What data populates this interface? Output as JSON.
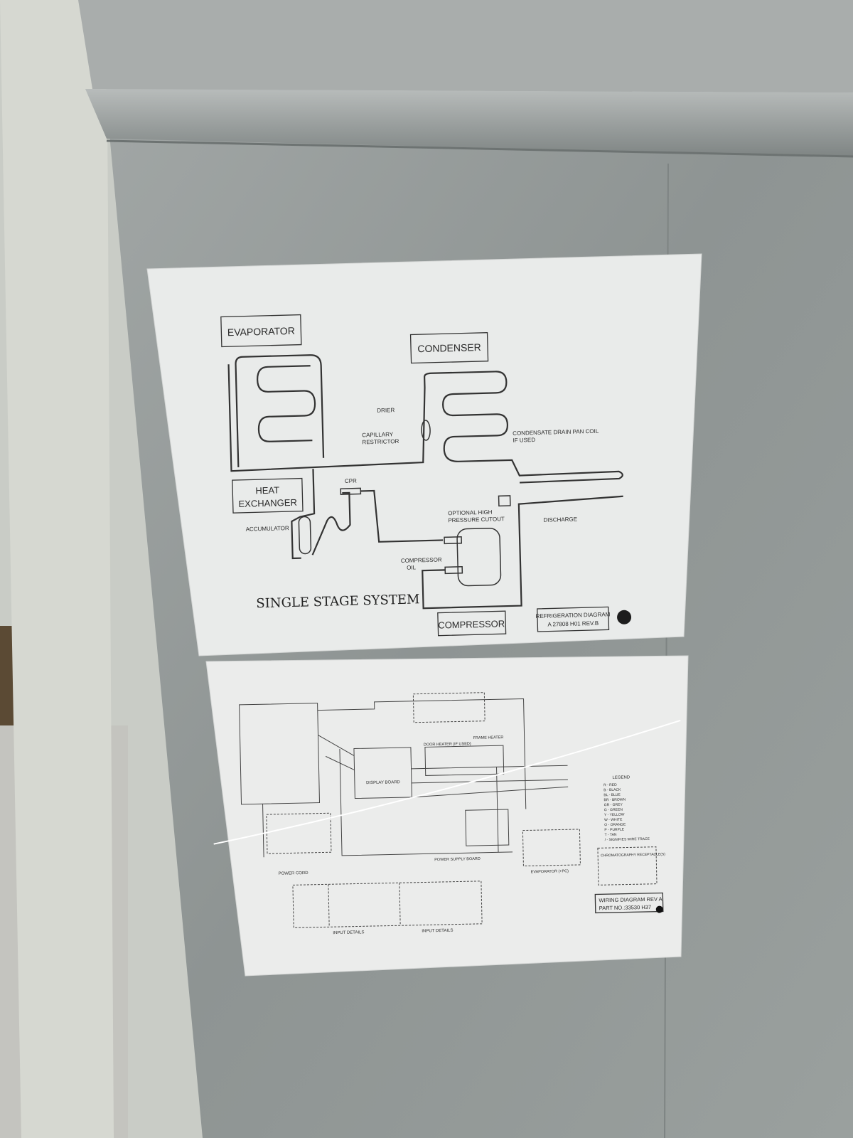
{
  "refrigeration_sheet": {
    "labels": {
      "evaporator": "EVAPORATOR",
      "condenser": "CONDENSER",
      "heat_exchanger_1": "HEAT",
      "heat_exchanger_2": "EXCHANGER",
      "compressor": "COMPRESSOR",
      "drier": "DRIER",
      "capillary_1": "CAPILLARY",
      "capillary_2": "RESTRICTOR",
      "condensate_1": "CONDENSATE DRAIN PAN COIL",
      "condensate_2": "IF USED",
      "cpr": "CPR",
      "accumulator": "ACCUMULATOR",
      "high_pressure_1": "OPTIONAL HIGH",
      "high_pressure_2": "PRESSURE CUTOUT",
      "discharge": "DISCHARGE",
      "compressor_oil_1": "COMPRESSOR",
      "compressor_oil_2": "OIL"
    },
    "title": "SINGLE STAGE SYSTEM",
    "titleblock_1": "REFRIGERATION DIAGRAM",
    "titleblock_2": "A 27808 H01 REV.B"
  },
  "wiring_sheet": {
    "labels": {
      "display_board": "DISPLAY BOARD",
      "power_supply_board": "POWER SUPPLY BOARD",
      "power_cord": "POWER CORD",
      "evaporator": "EVAPORATOR (+PC)",
      "door_heater": "DOOR HEATER (IF USED)",
      "frame_heater": "FRAME HEATER",
      "input_details_1": "INPUT DETAILS",
      "input_details_2": "INPUT DETAILS",
      "chromatography": "CHROMATOGRAPHY RECEPTACLE(S)"
    },
    "legend_title": "LEGEND",
    "legend": [
      "R - RED",
      "B - BLACK",
      "BL - BLUE",
      "BR - BROWN",
      "GR - GREY",
      "G - GREEN",
      "Y - YELLOW",
      "W - WHITE",
      "O - ORANGE",
      "P - PURPLE",
      "T - TAN",
      "/ - SIGNIFIES WIRE TRACE"
    ],
    "titleblock_1": "WIRING DIAGRAM REV A",
    "titleblock_2": "PART NO.:33530 H37"
  }
}
